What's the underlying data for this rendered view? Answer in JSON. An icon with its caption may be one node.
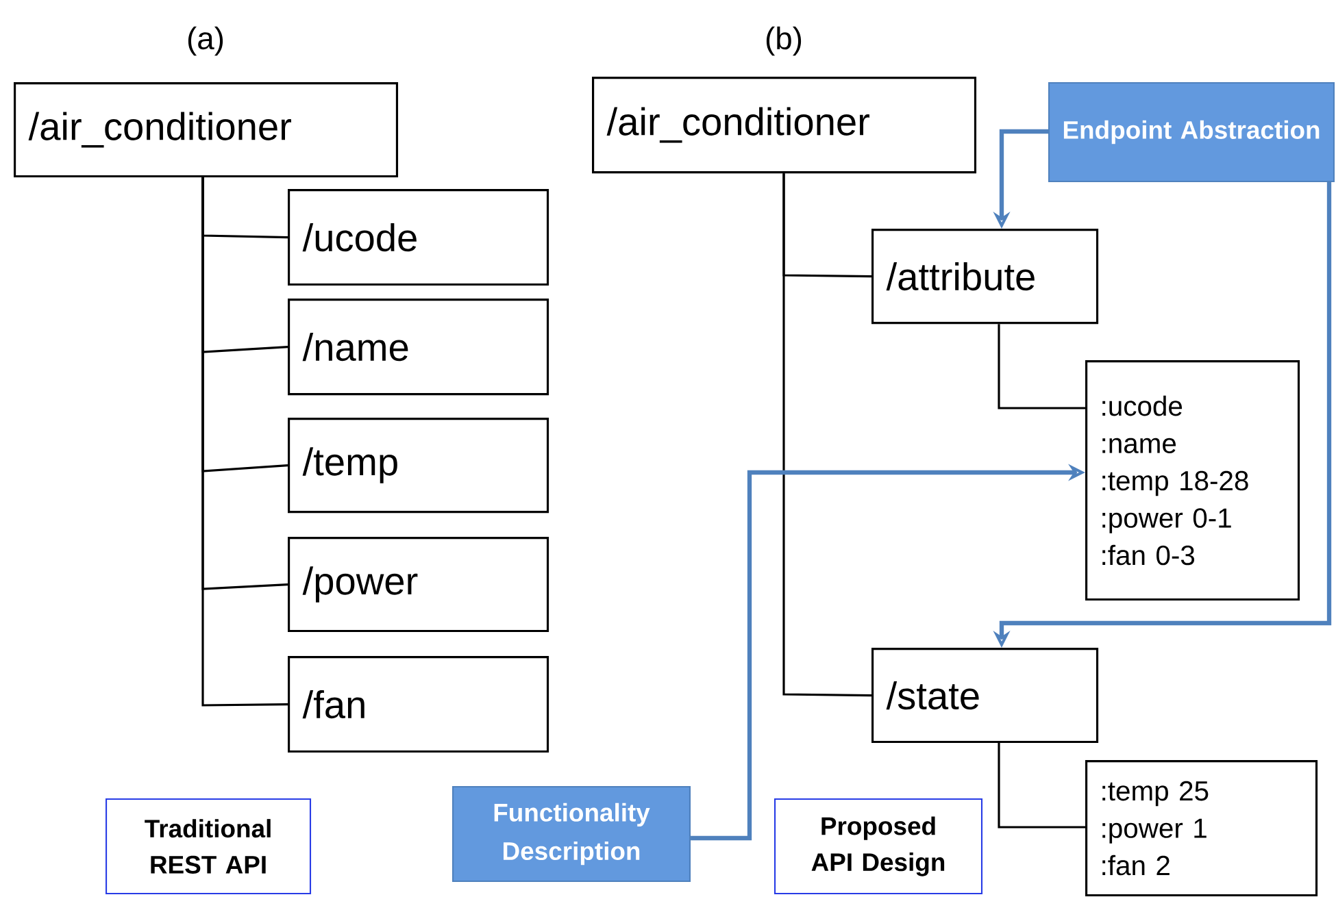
{
  "diagram": {
    "nodes": [
      {
        "text": [
          "/air_conditioner"
        ]
      },
      {
        "text": [
          "/ucode"
        ]
      },
      {
        "text": [
          "/name"
        ]
      },
      {
        "text": [
          "/temp"
        ]
      },
      {
        "text": [
          "/power"
        ]
      },
      {
        "text": [
          "/fan"
        ]
      },
      {
        "text": [
          "Traditional REST API"
        ]
      },
      {
        "text": [
          "/air_conditioner"
        ]
      },
      {
        "text": [
          "/attribute"
        ]
      },
      {
        "text": [
          ":ucode",
          ":name",
          ":temp 18-28",
          ":power 0-1",
          ":fan 0-3"
        ]
      },
      {
        "text": [
          "/state"
        ]
      },
      {
        "text": [
          ":temp 25",
          ":power 1",
          ":fan 2"
        ]
      },
      {
        "text": [
          "Endpoint Abstraction"
        ]
      },
      {
        "text": [
          "Functionality Description"
        ]
      },
      {
        "text": [
          "Proposed API Design"
        ]
      }
    ],
    "edges": [
      {
        "from": 0,
        "to": 1,
        "arrow": "none"
      },
      {
        "from": 0,
        "to": 2,
        "arrow": "none"
      },
      {
        "from": 0,
        "to": 3,
        "arrow": "none"
      },
      {
        "from": 0,
        "to": 4,
        "arrow": "none"
      },
      {
        "from": 0,
        "to": 5,
        "arrow": "none"
      },
      {
        "from": 7,
        "to": 8,
        "arrow": "none"
      },
      {
        "from": 7,
        "to": 10,
        "arrow": "none"
      },
      {
        "from": 8,
        "to": 9,
        "arrow": "none"
      },
      {
        "from": 10,
        "to": 11,
        "arrow": "none"
      },
      {
        "from": 12,
        "to": 8,
        "arrow": "to",
        "style": "thick",
        "color": "#4f81bd"
      },
      {
        "from": 12,
        "to": 10,
        "arrow": "to",
        "style": "thick",
        "color": "#4f81bd"
      },
      {
        "from": 13,
        "to": 9,
        "arrow": "to",
        "style": "thick",
        "color": "#4f81bd"
      }
    ],
    "labels": [
      "(a)",
      "(b)"
    ]
  }
}
